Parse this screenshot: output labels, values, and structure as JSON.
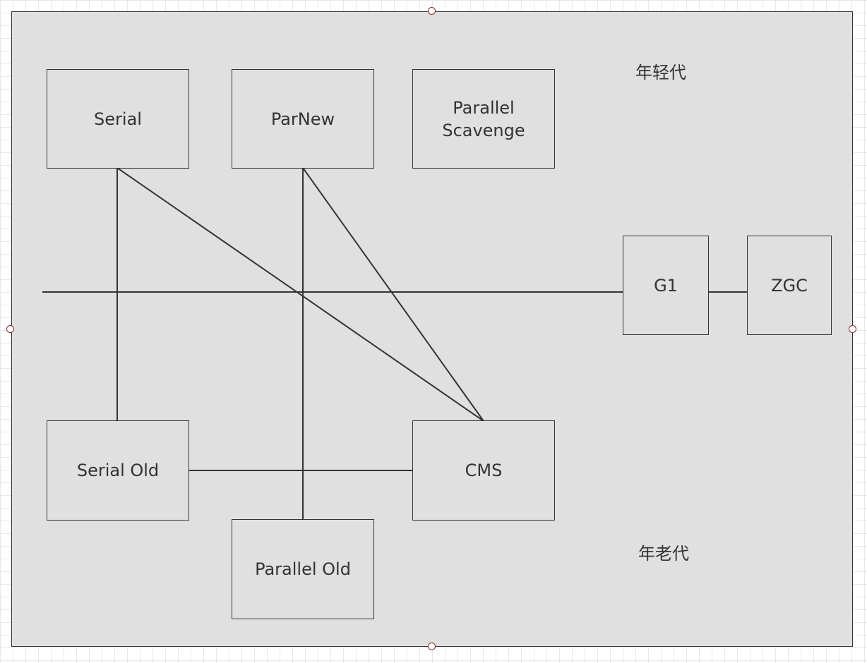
{
  "diagram": {
    "labels": {
      "young_generation": "年轻代",
      "old_generation": "年老代"
    },
    "nodes": {
      "serial": "Serial",
      "parnew": "ParNew",
      "parallel_scavenge": "Parallel\nScavenge",
      "g1": "G1",
      "zgc": "ZGC",
      "serial_old": "Serial Old",
      "cms": "CMS",
      "parallel_old": "Parallel Old"
    },
    "connections": [
      {
        "from": "Serial",
        "to": "Serial Old"
      },
      {
        "from": "Serial",
        "to": "CMS"
      },
      {
        "from": "ParNew",
        "to": "CMS"
      },
      {
        "from": "ParNew",
        "to": "Parallel Old"
      },
      {
        "from": "Serial Old",
        "to": "CMS"
      },
      {
        "from": "G1",
        "to": "ZGC"
      }
    ]
  },
  "colors": {
    "panel_fill": "#e0e0e0",
    "stroke": "#333333",
    "text": "#333333",
    "handle_border": "#8b2c2c"
  }
}
